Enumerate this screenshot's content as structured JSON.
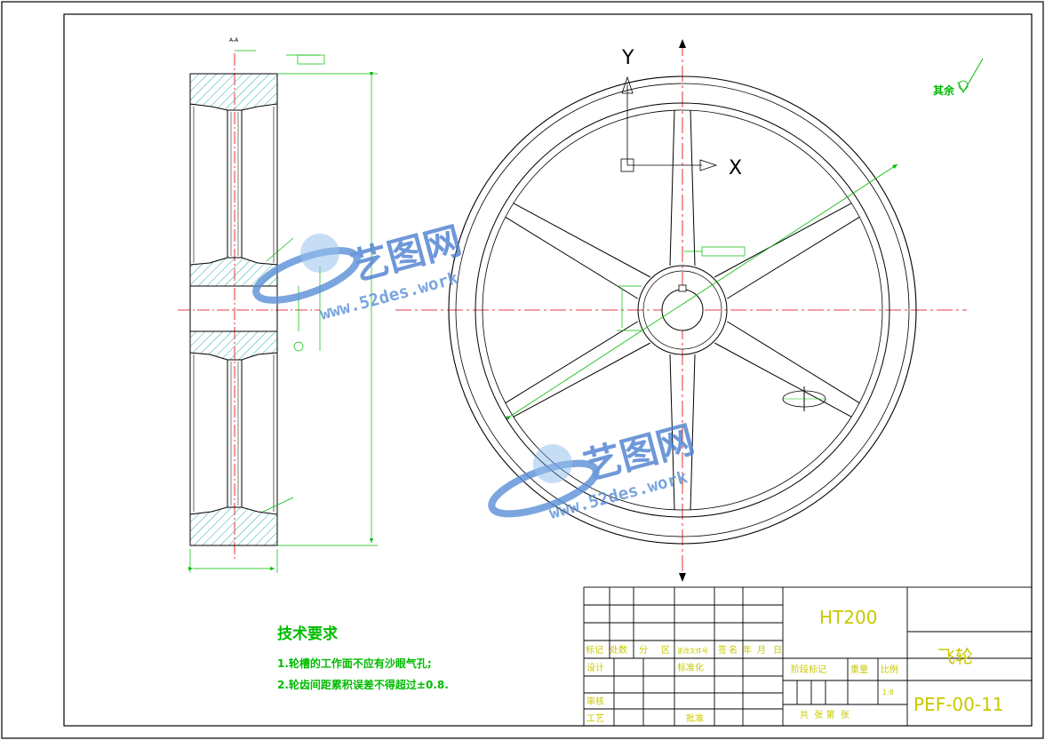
{
  "section_label": "A-A",
  "axes": {
    "y": "Y",
    "x": "X"
  },
  "surface_finish_note": "其余",
  "technical_requirements": {
    "title": "技术要求",
    "items": [
      "1.轮槽的工作面不应有沙眼气孔;",
      "2.轮齿间距累积误差不得超过±0.8."
    ]
  },
  "title_block": {
    "material": "HT200",
    "part_name": "飞轮",
    "drawing_number": "PEF-00-11",
    "scale": "1:8",
    "headers_row": [
      "标记",
      "处数",
      "分",
      "区",
      "更改文件号",
      "签",
      "名",
      "年",
      "月",
      "日"
    ],
    "labels": {
      "design": "设计",
      "standardization": "标准化",
      "review": "审核",
      "process": "工艺",
      "approve": "批准",
      "stage_mark": "阶段标记",
      "weight": "重量",
      "scale_label": "比例",
      "sheets": "共  张 第  张"
    }
  },
  "watermark": {
    "brand": "艺图网",
    "url": "www.52des.work"
  },
  "colors": {
    "outline": "#000000",
    "dimension": "#00bb00",
    "centerline": "#e00000",
    "title_text": "#c8c800",
    "hatch": "#2aa9a9"
  }
}
